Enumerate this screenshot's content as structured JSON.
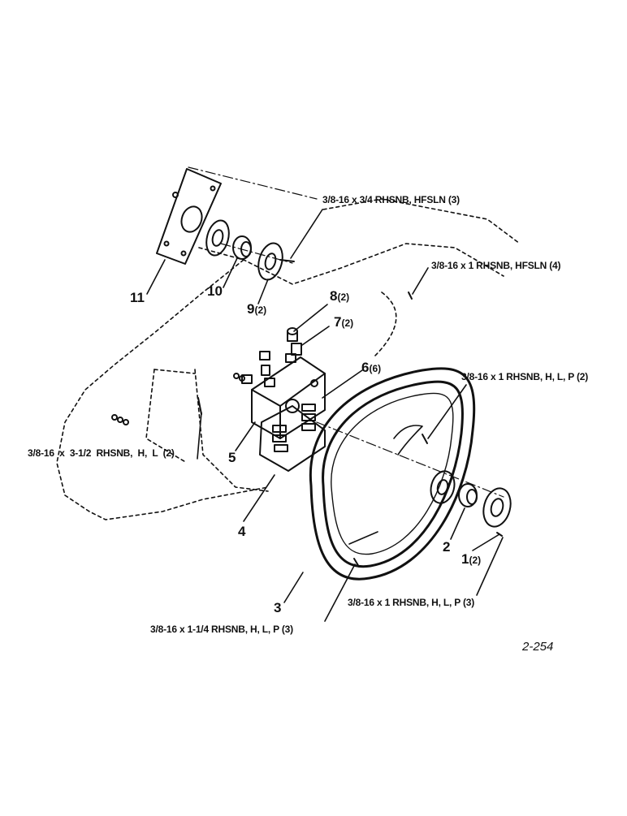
{
  "diagram": {
    "figure_number": "2-254",
    "parts": [
      {
        "number": "11",
        "qty": ""
      },
      {
        "number": "10",
        "qty": ""
      },
      {
        "number": "9",
        "qty": "(2)"
      },
      {
        "number": "8",
        "qty": "(2)"
      },
      {
        "number": "7",
        "qty": "(2)"
      },
      {
        "number": "6",
        "qty": "(6)"
      },
      {
        "number": "5",
        "qty": ""
      },
      {
        "number": "4",
        "qty": ""
      },
      {
        "number": "3",
        "qty": ""
      },
      {
        "number": "2",
        "qty": ""
      },
      {
        "number": "1",
        "qty": "(2)"
      }
    ],
    "hardware_callouts": [
      "3/8-16 x 3/4 RHSNB, HFSLN (3)",
      "3/8-16 x 1 RHSNB, HFSLN (4)",
      "3/8-16 x 1 RHSNB, H, L, P (2)",
      "3/8-16  x  3-1/2  RHSNB,  H,  L  (2)",
      "3/8-16 x 1 RHSNB, H, L, P (3)",
      "3/8-16 x 1-1/4 RHSNB, H, L, P (3)"
    ]
  }
}
